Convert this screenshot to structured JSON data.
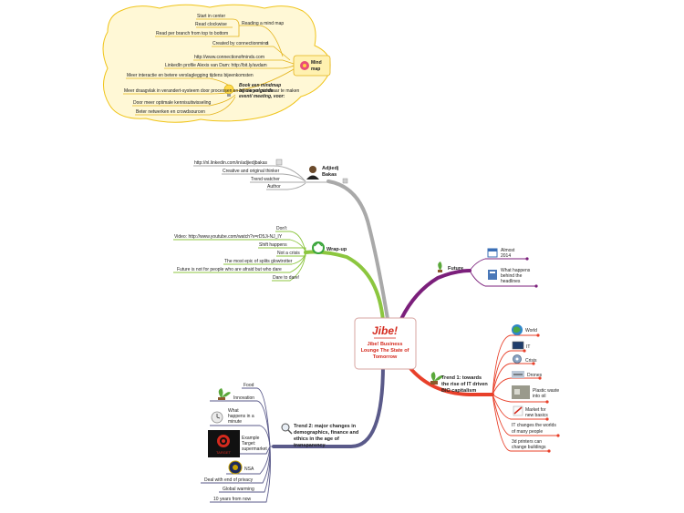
{
  "legend": {
    "reading_title": "Reading a mind map",
    "reading_items": [
      "Start in center",
      "Read clockwise",
      "Read per branch from top to bottom"
    ],
    "created_by": "Created by",
    "brand_text": "connection",
    "brand_accent": "mind",
    "brand_suffix": "s",
    "url": "http://www.connectionofminds.com",
    "linkedin": "LinkedIn profile Alexis van Dam: http://bit.ly/avdam",
    "book_lines": [
      "Book een mindmap",
      "bij uw volgende",
      "event/ meeting, voor:"
    ],
    "book_items": [
      "Meer interactie en betere verslaglegging tijdens bijeenkomsten",
      "Meer draagvlak in verandert-systeem door processen en meningen zichtbaar te maken",
      "Door meer optimale kennisuitwisseling",
      "Beter netwerken en crowdsourcen"
    ],
    "mindmap_label": [
      "Mind",
      "map"
    ]
  },
  "center": {
    "logo": "Jibe!",
    "title_lines": [
      "Jibe! Business",
      "Lounge The State of",
      "Tomorrow"
    ]
  },
  "branches": {
    "adjiedj": {
      "title_lines": [
        "Adjiedj",
        "Bakas"
      ],
      "items": [
        "http://nl.linkedin.com/in/adjiedjbakas",
        "Creative and original thinker",
        "Trend watcher",
        "Author"
      ]
    },
    "wrapup": {
      "title": "Wrap-up",
      "items": [
        "Don't",
        "Video: http://www.youtube.com/watch?v=rD5Ji-NJ_IY",
        "Shift happens",
        "Not a crisis",
        "The most epic of splits glowtrotter",
        "Future is not for people who are afraid but who dare",
        "Dare to dare!"
      ]
    },
    "future": {
      "title": "Future",
      "items": [
        [
          "Almost",
          "2014"
        ],
        [
          "What happens",
          "behind the",
          "headlines"
        ]
      ]
    },
    "trend1": {
      "title_lines": [
        "Trend 1: towards",
        "the rise of IT driven",
        "BIO capitalism"
      ],
      "items": [
        [
          "World"
        ],
        [
          "IT"
        ],
        [
          "Crisis"
        ],
        [
          "Drones"
        ],
        [
          "Plastic waste",
          "into oil"
        ],
        [
          "Market for",
          "new basics"
        ],
        [
          "IT changes the worlds",
          "of many people"
        ],
        [
          "3d printers can",
          "change buildings"
        ]
      ]
    },
    "trend2": {
      "title_lines": [
        "Trend 2: major changes in",
        "demographics, finance and",
        "ethics in the age of",
        "transparency"
      ],
      "items": [
        [
          "Food"
        ],
        [
          "Innovation"
        ],
        [
          "What",
          "happens in a",
          "minute"
        ],
        [
          "Example",
          "Target:",
          "supermarket"
        ],
        [
          "NSA"
        ],
        [
          "Deal with end of privacy"
        ],
        [
          "Global warming"
        ],
        [
          "10 years from now"
        ]
      ],
      "target_img_text": "TARGET"
    }
  },
  "colors": {
    "adjiedj": "#a9a9a9",
    "wrapup": "#8cc63f",
    "future": "#7b1f7b",
    "trend1": "#e8402a",
    "trend2": "#5a5a8a",
    "accent_red": "#d42a1e"
  }
}
